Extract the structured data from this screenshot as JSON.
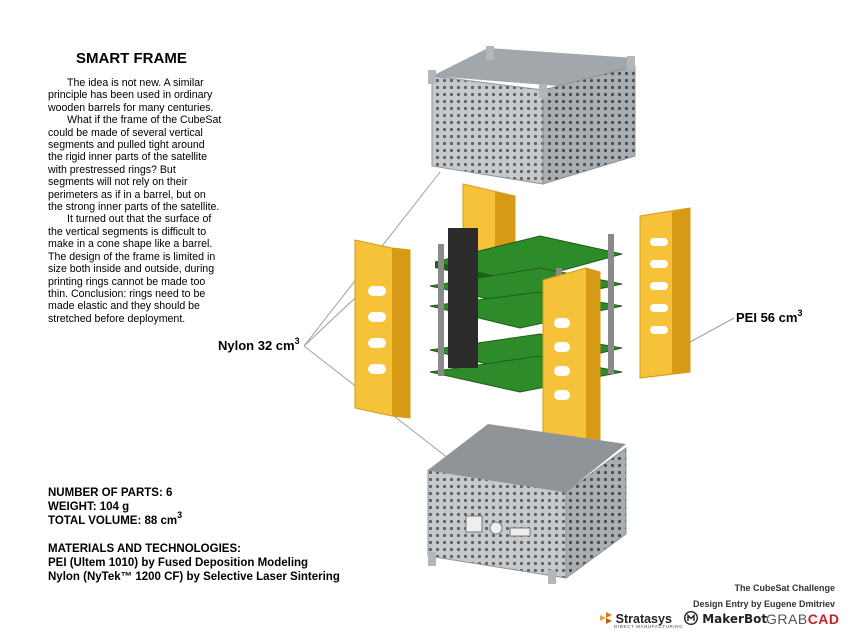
{
  "title": "SMART FRAME",
  "paragraphs": [
    "The idea is not new. A similar principle has been used in ordinary wooden barrels for many centuries.",
    "What if the frame of the CubeSat could be made of several vertical segments and pulled tight around the rigid inner parts of the satellite with prestressed rings? But segments will not rely on their perimeters as if in a barrel, but on the strong inner parts of the satellite.",
    "It turned out that the surface of the vertical segments is difficult to make in a cone shape like a barrel. The design of the frame is limited in size both inside and outside, during printing rings cannot be made too thin. Conclusion: rings need to be made elastic and they should be stretched before deployment."
  ],
  "specs": {
    "parts": "NUMBER OF PARTS: 6",
    "weight": "WEIGHT: 104 g",
    "volume": "TOTAL VOLUME: 88 cm",
    "volume_exp": "3"
  },
  "materials": {
    "header": "MATERIALS AND TECHNOLOGIES:",
    "pei": "PEI (Ultem 1010) by Fused Deposition Modeling",
    "nylon": "Nylon (NyTek™ 1200 CF) by Selective Laser Sintering"
  },
  "callouts": {
    "nylon": "Nylon 32 cm",
    "nylon_exp": "3",
    "pei": "PEI 56 cm",
    "pei_exp": "3"
  },
  "credits": {
    "challenge": "The CubeSat Challenge",
    "designer": "Design Entry by Eugene Dmitriev"
  },
  "logos": {
    "stratasys": "Stratasys",
    "stratasys_sub": "DIRECT MANUFACTURING",
    "makerbot": "MakerBot",
    "grabcad_grab": "GRAB",
    "grabcad_cad": "CAD"
  },
  "colors": {
    "cage": "#bfc3c7",
    "cage_dark": "#8f9499",
    "segment": "#f5c23a",
    "segment_dark": "#d69a14",
    "pcb": "#2e8b2a",
    "pcb_dark": "#1e5e1c",
    "leader": "#9aa0a6",
    "brand_red": "#c8202a"
  }
}
